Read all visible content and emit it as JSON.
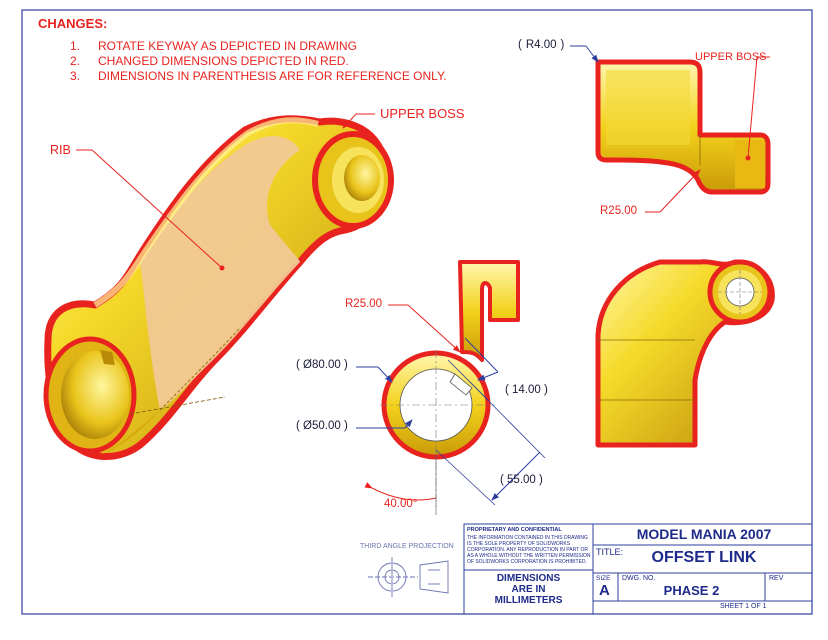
{
  "notes": {
    "heading": "CHANGES:",
    "items": [
      {
        "num": "1.",
        "text": "ROTATE KEYWAY AS DEPICTED IN DRAWING"
      },
      {
        "num": "2.",
        "text": "CHANGED DIMENSIONS DEPICTED IN RED."
      },
      {
        "num": "3.",
        "text": "DIMENSIONS IN PARENTHESIS ARE FOR REFERENCE ONLY."
      }
    ]
  },
  "callouts": {
    "rib": "RIB",
    "upper_boss_iso": "UPPER BOSS",
    "upper_boss_top": "UPPER BOSS",
    "r4": "R4.00",
    "r25_top": "R25.00",
    "r25_front": "R25.00",
    "dia80": "Ø80.00",
    "dia50": "Ø50.00",
    "d14": "14.00",
    "d55": "55.00",
    "ang40": "40.00°"
  },
  "title_block": {
    "proprietary_heading": "PROPRIETARY AND CONFIDENTIAL",
    "proprietary_text": "THE INFORMATION CONTAINED IN THIS DRAWING IS THE SOLE PROPERTY OF SOLIDWORKS CORPORATION. ANY REPRODUCTION IN PART OR AS A WHOLE WITHOUT THE WRITTEN PERMISSION OF SOLIDWORKS CORPORATION IS PROHIBITED.",
    "projection_label": "THIRD ANGLE PROJECTION",
    "units_line1": "DIMENSIONS",
    "units_line2": "ARE IN",
    "units_line3": "MILLIMETERS",
    "company": "MODEL MANIA 2007",
    "title_label": "TITLE:",
    "title": "OFFSET LINK",
    "size_label": "SIZE",
    "size": "A",
    "dwg_label": "DWG. NO.",
    "dwg_no": "PHASE 2",
    "rev_label": "REV",
    "sheet": "SHEET 1 OF 1"
  },
  "colors": {
    "border": "#2f3f9d",
    "changes": "#e8231f",
    "part_yellow": "#f2d21b",
    "part_tan": "#f1c893"
  }
}
